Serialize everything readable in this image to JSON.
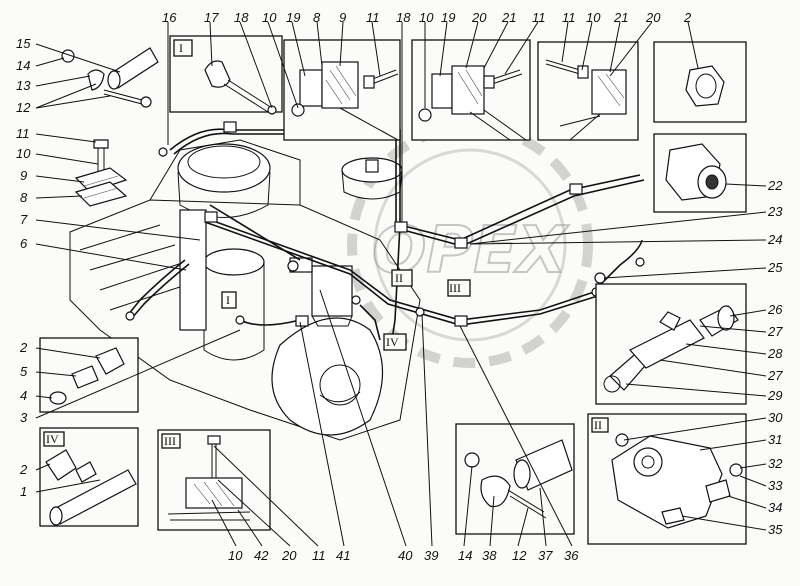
{
  "diagram": {
    "roman_labels": [
      "I",
      "II",
      "III",
      "IV"
    ],
    "watermark": "OPEX",
    "callouts": {
      "top": [
        "16",
        "17",
        "18",
        "10",
        "19",
        "8",
        "9",
        "11",
        "18",
        "10",
        "19",
        "20",
        "21",
        "11",
        "11",
        "10",
        "21",
        "20",
        "2"
      ],
      "left": [
        "15",
        "14",
        "13",
        "12",
        "11",
        "10",
        "9",
        "8",
        "7",
        "6",
        "2",
        "5",
        "4",
        "3",
        "2",
        "1"
      ],
      "right": [
        "22",
        "23",
        "24",
        "25",
        "26",
        "27",
        "28",
        "27",
        "29",
        "30",
        "31",
        "32",
        "33",
        "34",
        "35"
      ],
      "bottom": [
        "10",
        "42",
        "20",
        "11",
        "41",
        "40",
        "39",
        "14",
        "38",
        "12",
        "37",
        "36"
      ]
    }
  }
}
